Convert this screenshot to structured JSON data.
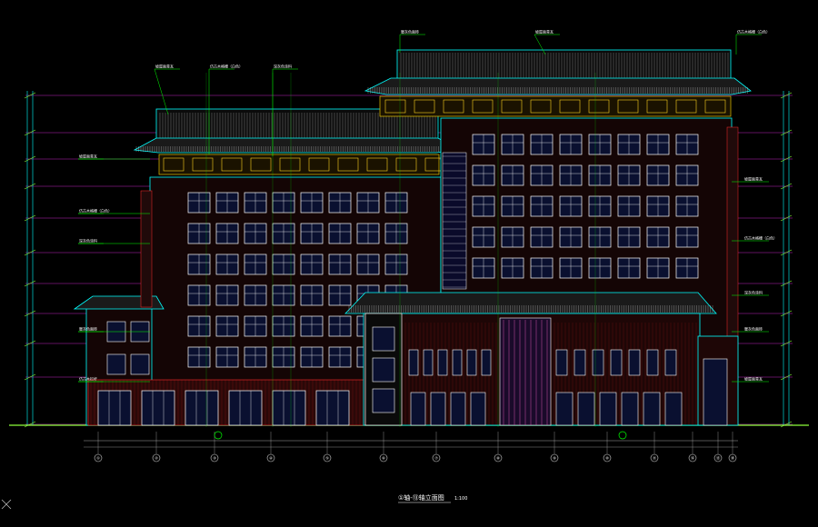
{
  "drawing": {
    "title": "①轴-⑬轴立面图",
    "scale": "1:100",
    "background": "#000000"
  },
  "colors": {
    "outline": "#00ffff",
    "facade_fill": "#140505",
    "brick": "#ff2a2a",
    "roof": "#d8d8d8",
    "window": "#ffffff",
    "window_fill": "#0a1030",
    "leader": "#00ff00",
    "level": "#ff33ff",
    "gold": "#ffd21f",
    "green": "#8dff3a",
    "yellow_band": "#e6c200"
  },
  "annotations": {
    "left": [
      "坡屋面青瓦",
      "仿古木格栅（白色）",
      "深灰色涂料",
      "暖灰色面砖",
      "仿古木栏杆",
      "暖灰色面砖"
    ],
    "top": [
      "坡屋面青瓦",
      "仿古木格栅（白色）",
      "深灰色涂料",
      "暖灰色面砖"
    ],
    "right": [
      "坡屋面青瓦",
      "仿古木格栅（白色）",
      "深灰色涂料",
      "暖灰色面砖"
    ]
  },
  "grid_axes": [
    "①",
    "②",
    "③",
    "④",
    "⑤",
    "⑥",
    "⑦",
    "⑧",
    "⑨",
    "⑩",
    "⑪",
    "⑫",
    "⑬",
    "⑭"
  ]
}
